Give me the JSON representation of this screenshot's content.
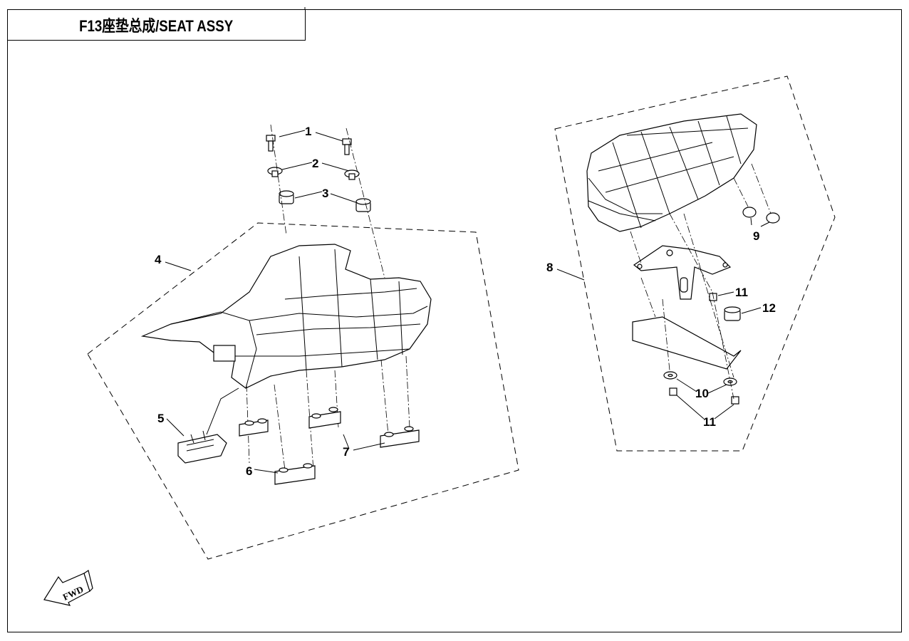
{
  "title": "F13座垫总成/SEAT ASSY",
  "fwd_label": "FWD",
  "callouts": {
    "c1": "1",
    "c2": "2",
    "c3": "3",
    "c4": "4",
    "c5": "5",
    "c6": "6",
    "c7": "7",
    "c8": "8",
    "c9": "9",
    "c10": "10",
    "c11a": "11",
    "c11b": "11",
    "c12": "12"
  }
}
